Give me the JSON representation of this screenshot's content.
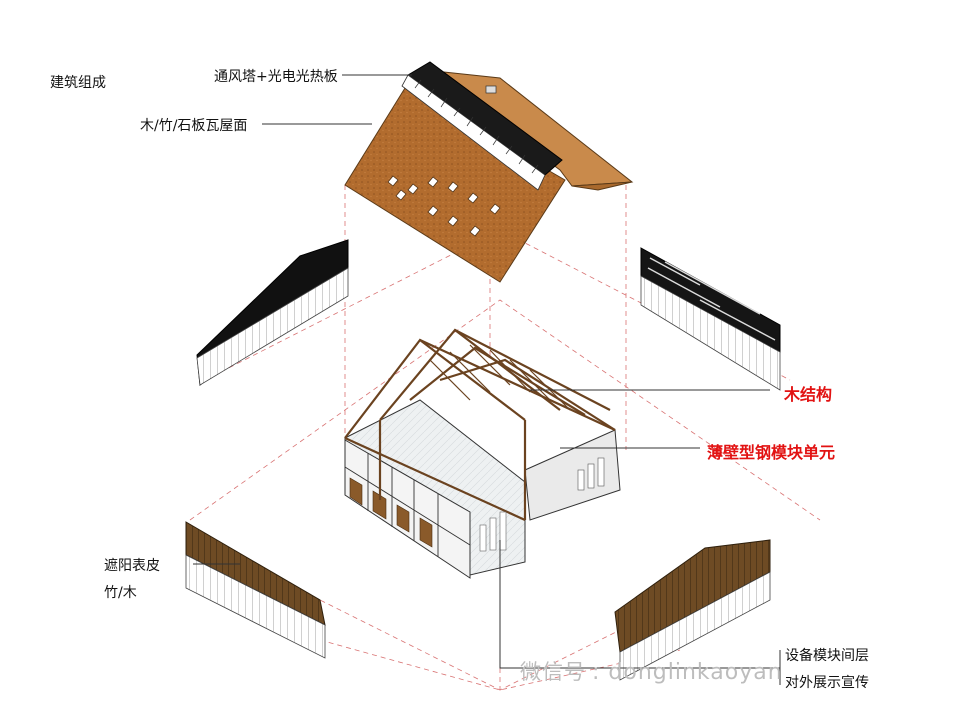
{
  "title": "建筑组成",
  "labels": {
    "roof_top": "通风塔+光电光热板",
    "roof_tiles": "木/竹/石板瓦屋面",
    "timber": "木结构",
    "steel_module": "薄壁型钢模块单元",
    "shade_skin": "遮阳表皮",
    "bamboo_wood": "竹/木",
    "equip_layer": "设备模块间层",
    "exhibit": "对外展示宣传"
  },
  "watermark": {
    "prefix": "微信号",
    "handle": ": donglinkaoyan"
  },
  "colors": {
    "roof_brown": "#b0692b",
    "panel_black": "#1a1a1a",
    "wood_brown": "#6b4a22",
    "highlight_red": "#e21212",
    "line_gray": "#555555"
  }
}
